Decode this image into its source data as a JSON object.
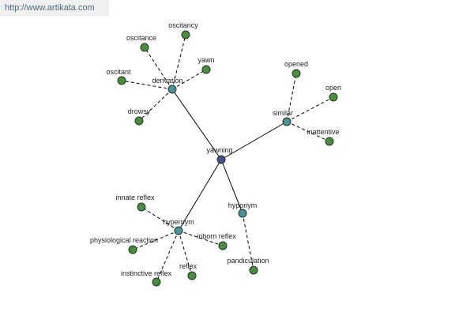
{
  "watermark": "http://www.artikata.com",
  "colors": {
    "center": "#4a4c8a",
    "relation": "#4d8f9a",
    "leaf": "#4f8a45"
  },
  "graph": {
    "nodes": [
      {
        "id": "yawning",
        "label": "yawning",
        "kind": "center"
      },
      {
        "id": "derivation",
        "label": "derivation",
        "kind": "relation"
      },
      {
        "id": "similar",
        "label": "similar",
        "kind": "relation"
      },
      {
        "id": "hypernym",
        "label": "hypernym",
        "kind": "relation"
      },
      {
        "id": "hyponym",
        "label": "hyponym",
        "kind": "relation"
      },
      {
        "id": "oscitancy",
        "label": "oscitancy",
        "kind": "leaf"
      },
      {
        "id": "oscitance",
        "label": "oscitance",
        "kind": "leaf"
      },
      {
        "id": "yawn",
        "label": "yawn",
        "kind": "leaf"
      },
      {
        "id": "oscitant",
        "label": "oscitant",
        "kind": "leaf"
      },
      {
        "id": "drowsy",
        "label": "drowsy",
        "kind": "leaf"
      },
      {
        "id": "opened",
        "label": "opened",
        "kind": "leaf"
      },
      {
        "id": "open",
        "label": "open",
        "kind": "leaf"
      },
      {
        "id": "inattentive",
        "label": "inattentive",
        "kind": "leaf"
      },
      {
        "id": "innate_reflex",
        "label": "innate reflex",
        "kind": "leaf"
      },
      {
        "id": "physiological_reaction",
        "label": "physiological reaction",
        "kind": "leaf"
      },
      {
        "id": "inborn_reflex",
        "label": "inborn reflex",
        "kind": "leaf"
      },
      {
        "id": "instinctive_reflex",
        "label": "instinctive reflex",
        "kind": "leaf"
      },
      {
        "id": "reflex",
        "label": "reflex",
        "kind": "leaf"
      },
      {
        "id": "pandiculation",
        "label": "pandiculation",
        "kind": "leaf"
      }
    ],
    "edges": [
      {
        "from": "yawning",
        "to": "derivation",
        "style": "solid"
      },
      {
        "from": "yawning",
        "to": "similar",
        "style": "solid"
      },
      {
        "from": "yawning",
        "to": "hypernym",
        "style": "solid"
      },
      {
        "from": "yawning",
        "to": "hyponym",
        "style": "solid"
      },
      {
        "from": "derivation",
        "to": "oscitancy",
        "style": "dashed"
      },
      {
        "from": "derivation",
        "to": "oscitance",
        "style": "dashed"
      },
      {
        "from": "derivation",
        "to": "yawn",
        "style": "dashed"
      },
      {
        "from": "derivation",
        "to": "oscitant",
        "style": "dashed"
      },
      {
        "from": "derivation",
        "to": "drowsy",
        "style": "dashed"
      },
      {
        "from": "similar",
        "to": "opened",
        "style": "dashed"
      },
      {
        "from": "similar",
        "to": "open",
        "style": "dashed"
      },
      {
        "from": "similar",
        "to": "inattentive",
        "style": "dashed"
      },
      {
        "from": "hypernym",
        "to": "innate_reflex",
        "style": "dashed"
      },
      {
        "from": "hypernym",
        "to": "physiological_reaction",
        "style": "dashed"
      },
      {
        "from": "hypernym",
        "to": "inborn_reflex",
        "style": "dashed"
      },
      {
        "from": "hypernym",
        "to": "instinctive_reflex",
        "style": "dashed"
      },
      {
        "from": "hypernym",
        "to": "reflex",
        "style": "dashed"
      },
      {
        "from": "hyponym",
        "to": "pandiculation",
        "style": "dashed"
      }
    ]
  }
}
